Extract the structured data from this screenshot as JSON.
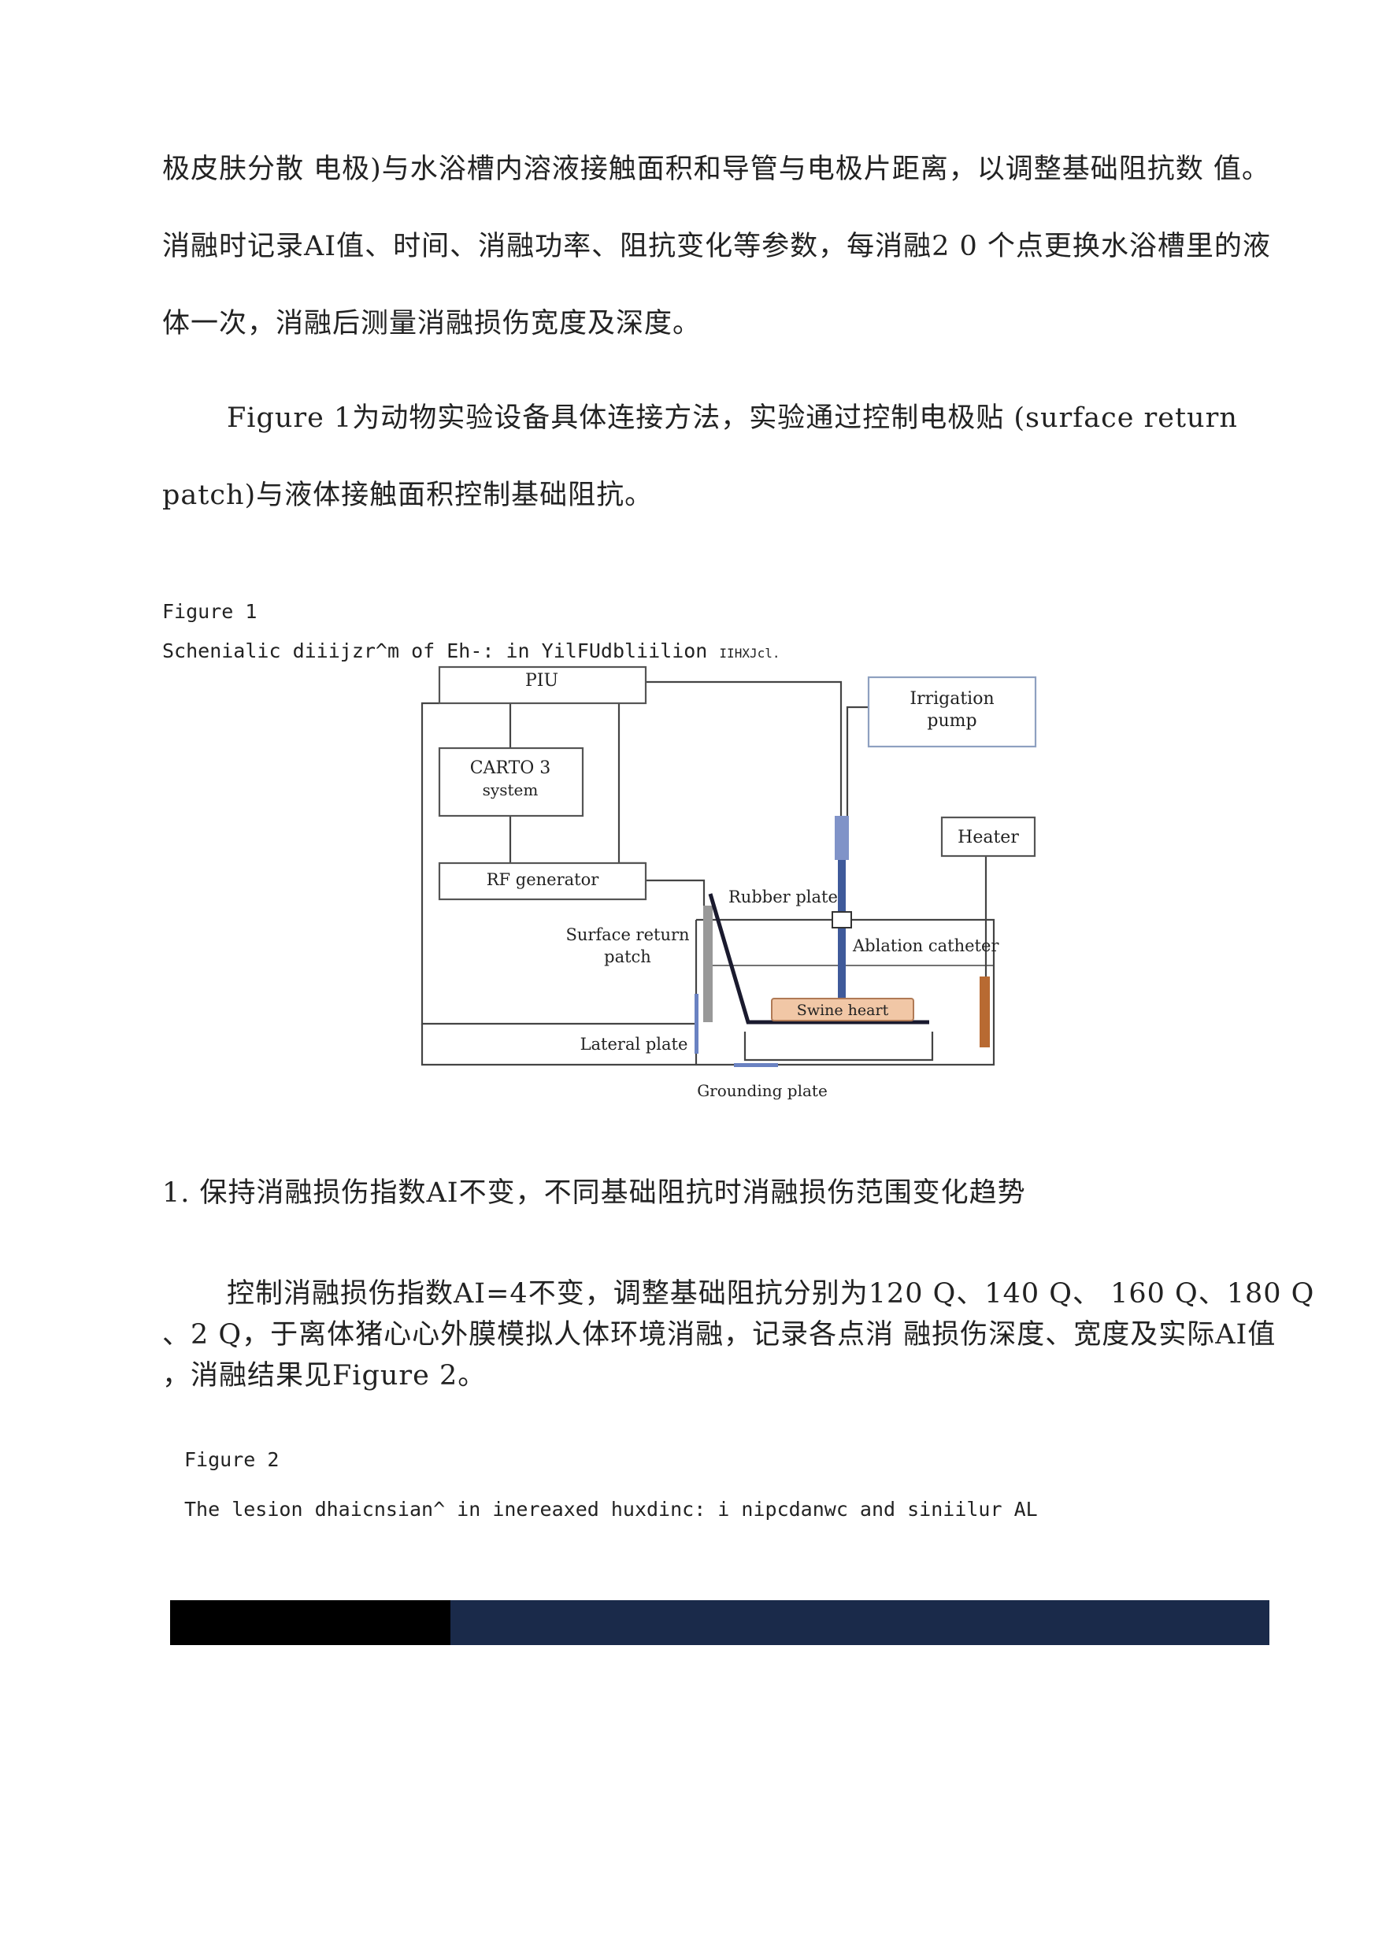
{
  "paragraphs": {
    "p1_l1": "极皮肤分散  电极)与水浴槽内溶液接触面积和导管与电极片距离，以调整基础阻抗数  值。",
    "p1_l2": "消融时记录AI值、时间、消融功率、阻抗变化等参数，每消融2 0 个点更换水浴槽里的液",
    "p1_l3": "体一次，消融后测量消融损伤宽度及深度。",
    "p2_l1": "Figure 1为动物实验设备具体连接方法，实验通过控制电极贴 (surface return",
    "p2_l2": "patch)与液体接触面积控制基础阻抗。",
    "section1": "1.   保持消融损伤指数AI不变，不同基础阻抗时消融损伤范围变化趋势",
    "p3_l1": "控制消融损伤指数AI=4不变，调整基础阻抗分别为120 Q、140 Q、 160 Q、180 Q",
    "p3_l2": "、2 Q，于离体猪心心外膜模拟人体环境消融，记录各点消 融损伤深度、宽度及实际AI值",
    "p3_l3": "，消融结果见Figure 2。"
  },
  "figure1": {
    "label": "Figure 1",
    "caption": "Schenialic diiijzr^m of Eh-: in YilFUdbliilion",
    "caption_suffix": "IIHXJcl.",
    "diagram": {
      "piu": "PIU",
      "carto_1": "CARTO 3",
      "carto_2": "system",
      "rf": "RF generator",
      "irrigation_1": "Irrigation",
      "irrigation_2": "pump",
      "heater": "Heater",
      "rubber_plate": "Rubber plate",
      "surface_return_1": "Surface return",
      "surface_return_2": "patch",
      "ablation_catheter": "Ablation catheter",
      "swine_heart": "Swine heart",
      "lateral_plate": "Lateral plate",
      "grounding_plate": "Grounding plate"
    },
    "colors": {
      "line": "#444444",
      "box_border": "#555555",
      "irrigation_border": "#8ea0c0",
      "catheter": "#3f5a9a",
      "catheter_light": "#8093c8",
      "patch": "#999999",
      "heart_fill": "#f1c7a6",
      "heart_border": "#b07a55",
      "heater_rod": "#b86a32",
      "blue_accent": "#6a82c2"
    }
  },
  "figure2": {
    "label": "Figure 2",
    "caption": "The lesion dhaicnsian^ in inereaxed huxdinc:  i nipcdanwc and siniilur AL",
    "band_colors": {
      "left": "#000000",
      "right": "#1a2a4a"
    }
  }
}
